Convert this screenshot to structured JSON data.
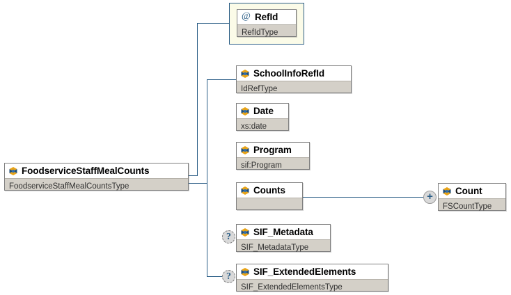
{
  "diagram": {
    "title": "FoodserviceStaffMealCounts XML schema element diagram",
    "background_color": "#ffffff",
    "line_color": "#2a5d86",
    "type_bar_color": "#d4d0c8",
    "attribute_frame_color": "#fbfbe8"
  },
  "root": {
    "name": "FoodserviceStaffMealCounts",
    "type": "FoodserviceStaffMealCountsType",
    "icon": "element-icon"
  },
  "attributes": [
    {
      "name": "RefId",
      "type": "RefIdType",
      "icon": "at-icon",
      "optional": false
    }
  ],
  "children": [
    {
      "name": "SchoolInfoRefId",
      "type": "IdRefType",
      "icon": "element-icon",
      "optional": false,
      "expandable": false
    },
    {
      "name": "Date",
      "type": "xs:date",
      "icon": "element-icon",
      "optional": false,
      "expandable": false
    },
    {
      "name": "Program",
      "type": "sif:Program",
      "icon": "element-icon",
      "optional": false,
      "expandable": false
    },
    {
      "name": "Counts",
      "type": "",
      "icon": "element-icon",
      "optional": false,
      "expandable": false
    },
    {
      "name": "SIF_Metadata",
      "type": "SIF_MetadataType",
      "icon": "element-icon",
      "optional": true,
      "optional_marker": "?",
      "expandable": false
    },
    {
      "name": "SIF_ExtendedElements",
      "type": "SIF_ExtendedElementsType",
      "icon": "element-icon",
      "optional": true,
      "optional_marker": "?",
      "expandable": false
    }
  ],
  "grandchildren": [
    {
      "parent": "Counts",
      "name": "Count",
      "type": "FSCountType",
      "icon": "element-icon",
      "expandable": true,
      "expander_marker": "+"
    }
  ]
}
